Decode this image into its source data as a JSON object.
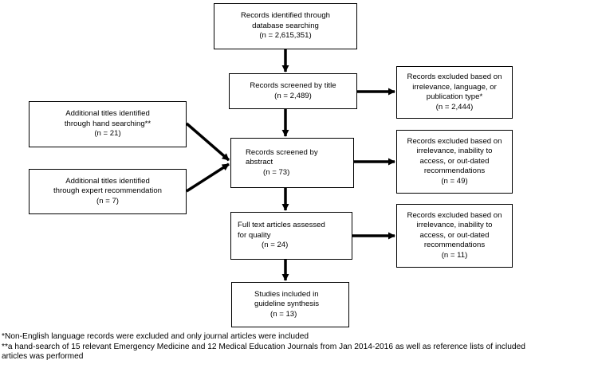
{
  "boxes": {
    "identified": [
      "Records identified through",
      "database searching",
      "(n = 2,615,351)"
    ],
    "screened_title": [
      "Records screened by title",
      "(n = 2,489)"
    ],
    "excluded_title": [
      "Records excluded based on",
      "irrelevance, language, or",
      "publication type*",
      "(n = 2,444)"
    ],
    "hand_search": [
      "Additional titles identified",
      "through hand searching**",
      "(n = 21)"
    ],
    "screened_abstract": [
      "Records screened by",
      "abstract",
      "(n = 73)"
    ],
    "excluded_abstract": [
      "Records excluded based on",
      "irrelevance, inability to",
      "access, or out-dated",
      "recommendations",
      "(n = 49)"
    ],
    "expert": [
      "Additional titles identified",
      "through expert recommendation",
      "(n = 7)"
    ],
    "full_text": [
      "Full text articles assessed",
      "for quality",
      "(n = 24)"
    ],
    "excluded_full": [
      "Records excluded based on",
      "irrelevance, inability to",
      "access, or out-dated",
      "recommendations",
      "(n = 11)"
    ],
    "included": [
      "Studies included in",
      "guideline synthesis",
      "(n = 13)"
    ]
  },
  "notes": [
    "*Non-English language records were excluded and only journal articles were included",
    "**a hand-search of 15 relevant Emergency Medicine and 12 Medical Education Journals from Jan 2014-2016 as well as reference lists of included",
    "articles was performed"
  ]
}
